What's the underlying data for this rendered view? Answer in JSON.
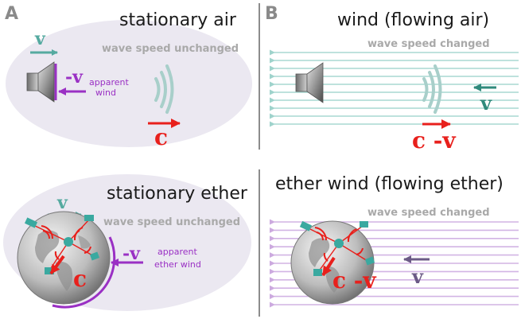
{
  "colors": {
    "teal": "#55aaa0",
    "teal_dark": "#2f8a7c",
    "purple": "#9a30c4",
    "red": "#e8201c",
    "gray_text": "#a9a9a9",
    "blob": "#ebe8f1",
    "flow_teal": "#a8d8d2",
    "flow_purple": "#d2b4e4"
  },
  "panels": [
    {
      "letter": "A",
      "title": "stationary air",
      "note": "wave speed unchanged",
      "v_label": "v",
      "minus_v_label": "-v",
      "apparent": [
        "apparent",
        "wind"
      ],
      "c_label": "c"
    },
    {
      "letter": "B",
      "title": "wind (flowing air)",
      "note": "wave speed changed",
      "v_label": "v",
      "c_label": "c -v"
    },
    {
      "title": "stationary ether",
      "note": "wave speed unchanged",
      "v_label": "v",
      "minus_v_label": "-v",
      "apparent": [
        "apparent",
        "ether wind"
      ],
      "c_label": "c"
    },
    {
      "title": "ether wind (flowing ether)",
      "note": "wave speed changed",
      "v_label": "v",
      "c_label": "c -v"
    }
  ]
}
